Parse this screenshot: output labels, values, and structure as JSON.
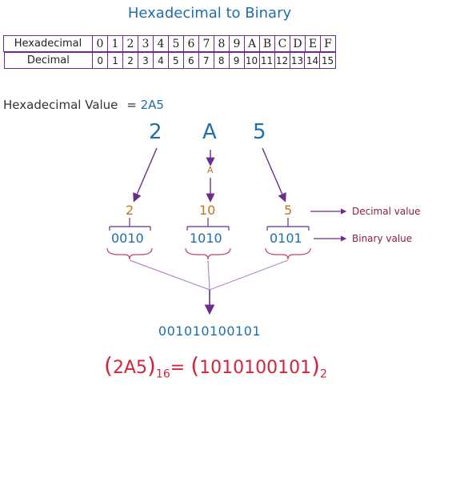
{
  "title": "Hexadecimal to Binary",
  "table": {
    "hex_label": "Hexadecimal",
    "dec_label": "Decimal",
    "hex": [
      "0",
      "1",
      "2",
      "3",
      "4",
      "5",
      "6",
      "7",
      "8",
      "9",
      "A",
      "B",
      "C",
      "D",
      "E",
      "F"
    ],
    "dec": [
      "0",
      "1",
      "2",
      "3",
      "4",
      "5",
      "6",
      "7",
      "8",
      "9",
      "10",
      "11",
      "12",
      "13",
      "14",
      "15"
    ]
  },
  "hex_value": {
    "label": "Hexadecimal Value",
    "eq": "=",
    "value": "2A5"
  },
  "digits": [
    "2",
    "A",
    "5"
  ],
  "mid_hex": "A",
  "decimals": [
    "2",
    "10",
    "5"
  ],
  "binaries": [
    "0010",
    "1010",
    "0101"
  ],
  "labels": {
    "decimal_value": "Decimal value",
    "binary_value": "Binary value"
  },
  "result": "001010100101",
  "equation": {
    "hex": "2A5",
    "hex_base": "16",
    "eq": "=",
    "bin": "1010100101",
    "bin_base": "2"
  },
  "colors": {
    "blue": "#1f6fa8",
    "purple": "#6b2d8a",
    "orange": "#b87a1e",
    "red": "#d4243b",
    "brown": "#8a1f3c"
  }
}
